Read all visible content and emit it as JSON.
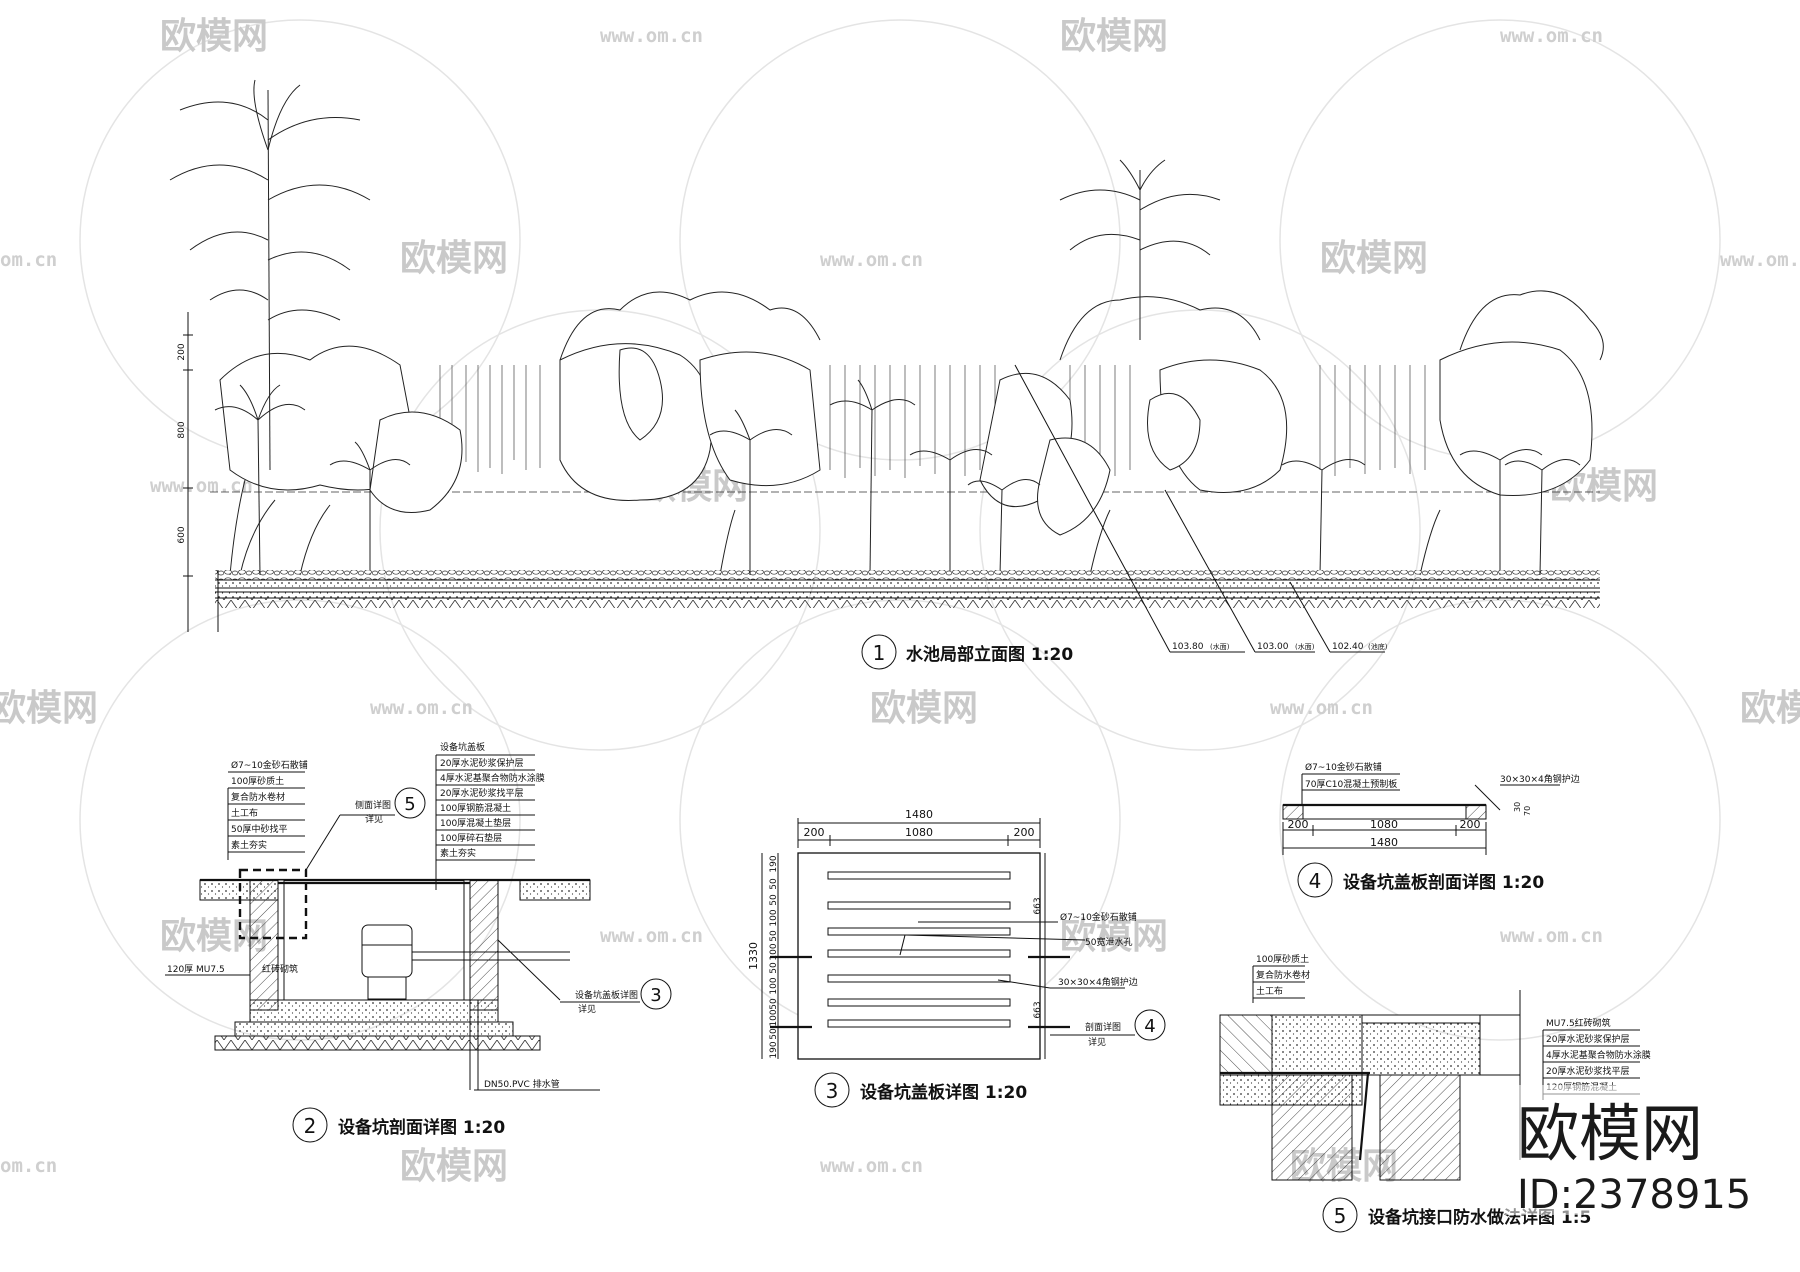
{
  "watermarks": {
    "brand": "欧模网",
    "url": "www.om.cn",
    "url_short": "om.cn",
    "brand_partial": "欧模网"
  },
  "big_brand": {
    "name": "欧模网",
    "id": "ID:2378915"
  },
  "fig1": {
    "num": "1",
    "title": "水池局部立面图 1:20",
    "dims": [
      "200",
      "800",
      "600"
    ],
    "levels": [
      {
        "value": "103.80",
        "note": "(水面)"
      },
      {
        "value": "103.00",
        "note": "(水面)"
      },
      {
        "value": "102.40",
        "note": "(池底)"
      }
    ]
  },
  "fig2": {
    "num": "2",
    "title": "设备坑剖面详图 1:20",
    "left_layers": [
      "Ø7~10金砂石散铺",
      "100厚砂质土",
      "复合防水卷材",
      "土工布",
      "50厚中砂找平",
      "素土夯实"
    ],
    "right_layers": [
      "设备坑盖板",
      "20厚水泥砂浆保护层",
      "4厚水泥基聚合物防水涂膜",
      "20厚水泥砂浆找平层",
      "100厚钢筋混凝土",
      "100厚混凝土垫层",
      "100厚碎石垫层",
      "素土夯实"
    ],
    "ref5_text": [
      "侧面详图",
      "详见"
    ],
    "ref5_num": "5",
    "ref3_text": [
      "设备坑盖板详图",
      "详见"
    ],
    "ref3_num": "3",
    "wall_label": "120厚 MU7.5",
    "wall_label2": "红砖砌筑",
    "pipe_label": "DN50.PVC 排水管"
  },
  "fig3": {
    "num": "3",
    "title": "设备坑盖板详图 1:20",
    "top_total": "1480",
    "top_dims": [
      "200",
      "1080",
      "200"
    ],
    "left_total": "1330",
    "left_dims": [
      "190",
      "50",
      "50",
      "100",
      "50",
      "100",
      "50",
      "100",
      "50",
      "100",
      "50",
      "190"
    ],
    "right_dims": [
      "663",
      "663"
    ],
    "callouts": [
      "Ø7~10金砂石散铺",
      "50宽泄水孔",
      "30×30×4角钢护边"
    ],
    "ref4_text": [
      "剖面详图",
      "详见"
    ],
    "ref4_num": "4"
  },
  "fig4": {
    "num": "4",
    "title": "设备坑盖板剖面详图 1:20",
    "layers": [
      "Ø7~10金砂石散铺",
      "70厚C10混凝土预制板"
    ],
    "angle": "30×30×4角钢护边",
    "dims": [
      "200",
      "1080",
      "200"
    ],
    "total": "1480",
    "thick": "70",
    "thick2": "30"
  },
  "fig5": {
    "num": "5",
    "title": "设备坑接口防水做法详图 1:5",
    "left_layers": [
      "100厚砂质土",
      "复合防水卷材",
      "土工布"
    ],
    "right_layers": [
      "MU7.5红砖砌筑",
      "20厚水泥砂浆保护层",
      "4厚水泥基聚合物防水涂膜",
      "20厚水泥砂浆找平层",
      "120厚钢筋混凝土"
    ]
  }
}
